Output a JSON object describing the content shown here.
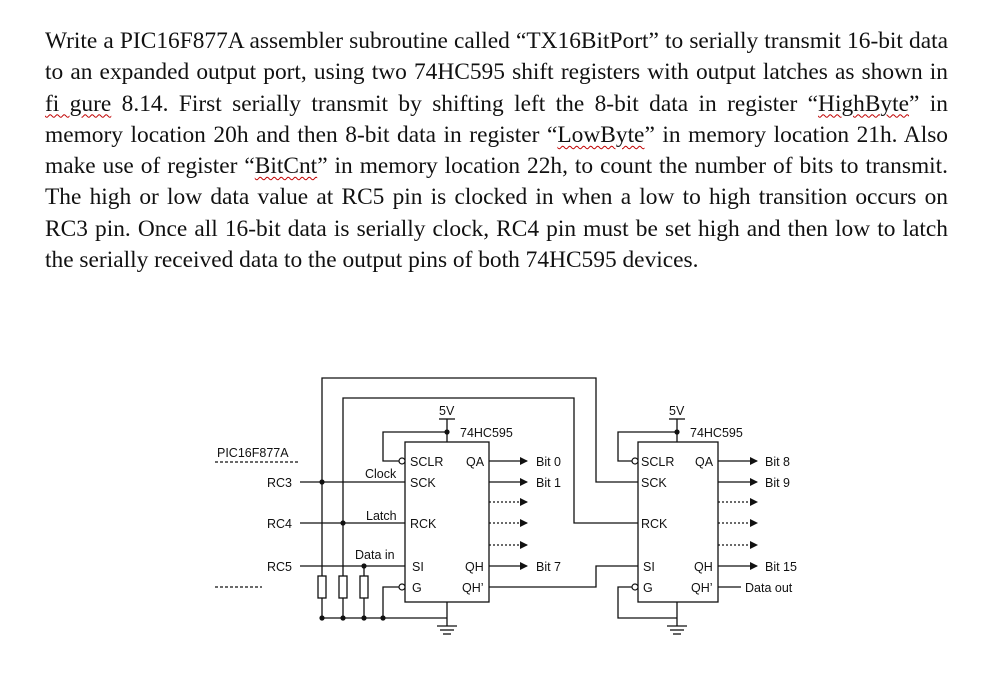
{
  "paragraph": {
    "p1": "Write a PIC16F877A assembler subroutine called “TX16BitPort” to serially transmit 16-bit data to an expanded output port, using two 74HC595 shift registers with output latches as shown in ",
    "p_fi": "fi gure",
    "p2": " 8.14. First serially transmit by shifting left the 8-bit data in register “",
    "p_high": "HighByte",
    "p3": "” in memory location 20h and then 8-bit data in register “",
    "p_low": "LowByte",
    "p4": "” in memory location 21h. Also make use of register “",
    "p_bitcnt": "BitCnt",
    "p5": "” in memory location 22h, to count the number of bits to transmit. The high or low data value at RC5 pin is clocked in when a low to high transition occurs on RC3 pin. Once all 16-bit data is serially clock, RC4 pin must be set high and then low to latch the serially received data to the output pins of both 74HC595 devices."
  },
  "diagram": {
    "mcu_label": "PIC16F877A",
    "pins": [
      "RC3",
      "RC4",
      "RC5"
    ],
    "signals": {
      "clock": "Clock",
      "latch": "Latch",
      "data_in": "Data in"
    },
    "supply": "5V",
    "chip1": {
      "name": "74HC595",
      "left_pins": [
        "SCLR",
        "SCK",
        "RCK",
        "SI",
        "G"
      ],
      "right_pins": [
        "QA",
        "QH",
        "QH’"
      ],
      "outputs": [
        "Bit 0",
        "Bit 1",
        "Bit 7"
      ]
    },
    "chip2": {
      "name": "74HC595",
      "left_pins": [
        "SCLR",
        "SCK",
        "RCK",
        "SI",
        "G"
      ],
      "right_pins": [
        "QA",
        "QH",
        "QH’"
      ],
      "outputs": [
        "Bit 8",
        "Bit 9",
        "Bit 15"
      ],
      "data_out": "Data out"
    }
  }
}
